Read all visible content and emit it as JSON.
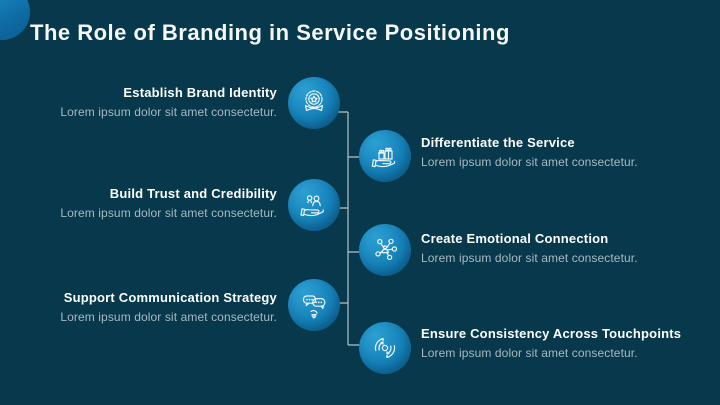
{
  "slide": {
    "title": "The Role of Branding in Service Positioning"
  },
  "items": [
    {
      "side": "left",
      "icon": "award-badge-icon",
      "title": "Establish Brand Identity",
      "description": "Lorem ipsum dolor sit amet consectetur."
    },
    {
      "side": "right",
      "icon": "product-hand-icon",
      "title": "Differentiate the Service",
      "description": "Lorem ipsum dolor sit amet consectetur."
    },
    {
      "side": "left",
      "icon": "trust-hand-person-icon",
      "title": "Build Trust and Credibility",
      "description": "Lorem ipsum dolor sit amet consectetur."
    },
    {
      "side": "right",
      "icon": "network-connection-icon",
      "title": "Create Emotional Connection",
      "description": "Lorem ipsum dolor sit amet consectetur."
    },
    {
      "side": "left",
      "icon": "communication-idea-icon",
      "title": "Support Communication Strategy",
      "description": "Lorem ipsum dolor sit amet consectetur."
    },
    {
      "side": "right",
      "icon": "consistency-cycle-icon",
      "title": "Ensure Consistency Across Touchpoints",
      "description": "Lorem ipsum dolor sit amet consectetur."
    }
  ],
  "colors": {
    "background": "#07384c",
    "node_blue": "#1581b8",
    "node_blue_light": "#2d9fd3",
    "node_blue_dark": "#0c6195",
    "connector_line": "#b4c3c9",
    "title_text": "#f4f8f9",
    "heading_text": "#fdfefe",
    "muted_text": "#a7bac1"
  }
}
